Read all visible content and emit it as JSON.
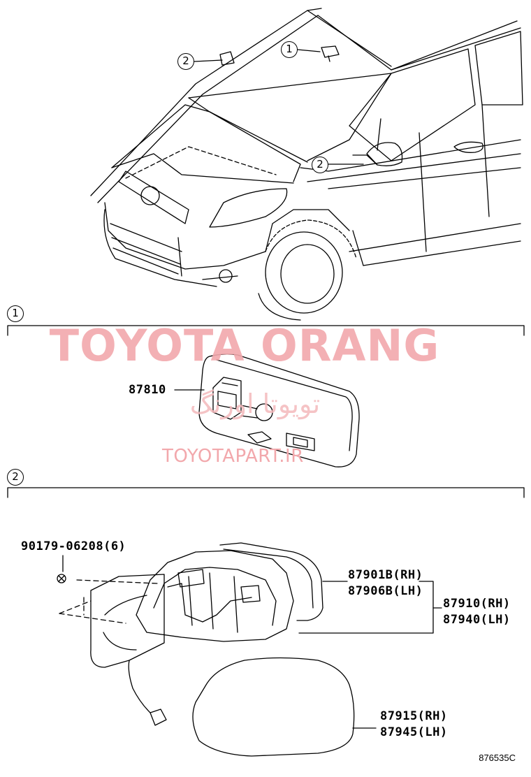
{
  "watermark": {
    "brand": "TOYOTA ORANG",
    "persian": "تویوتا اورنگ",
    "site": "TOYOTAPART.IR"
  },
  "callouts": {
    "one": "1",
    "two": "2"
  },
  "sections": [
    {
      "marker": "1"
    },
    {
      "marker": "2"
    }
  ],
  "parts": {
    "inner_mirror": "87810",
    "screw": "90179-06208(6)",
    "cover_rh": "87901B(RH)",
    "cover_lh": "87906B(LH)",
    "assy_rh": "87910(RH)",
    "assy_lh": "87940(LH)",
    "glass_rh": "87915(RH)",
    "glass_lh": "87945(LH)"
  },
  "diagram_ref": "876535C"
}
